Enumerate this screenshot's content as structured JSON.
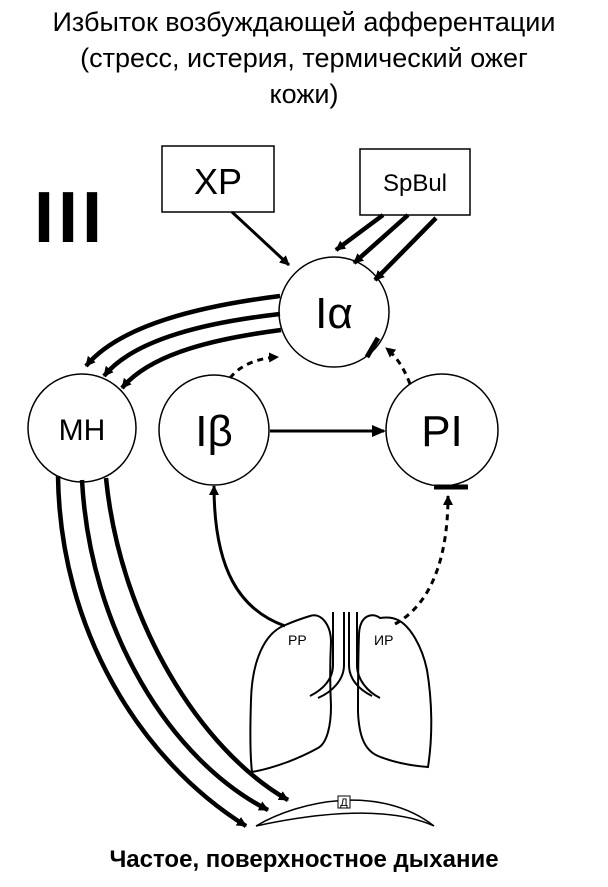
{
  "title": {
    "line1": "Избыток возбуждающей афферентации",
    "line2": "(стресс, истерия, термический ожег",
    "line3": "кожи)"
  },
  "stage_label": "III",
  "nodes": {
    "xp": "XP",
    "spbul": "SpBul",
    "ia": "Iα",
    "mh": "МН",
    "ib": "Iβ",
    "pi": "PI",
    "rr": "РР",
    "ir": "ИР",
    "diaphragm": "Д"
  },
  "caption": "Частое, поверхностное дыхание"
}
